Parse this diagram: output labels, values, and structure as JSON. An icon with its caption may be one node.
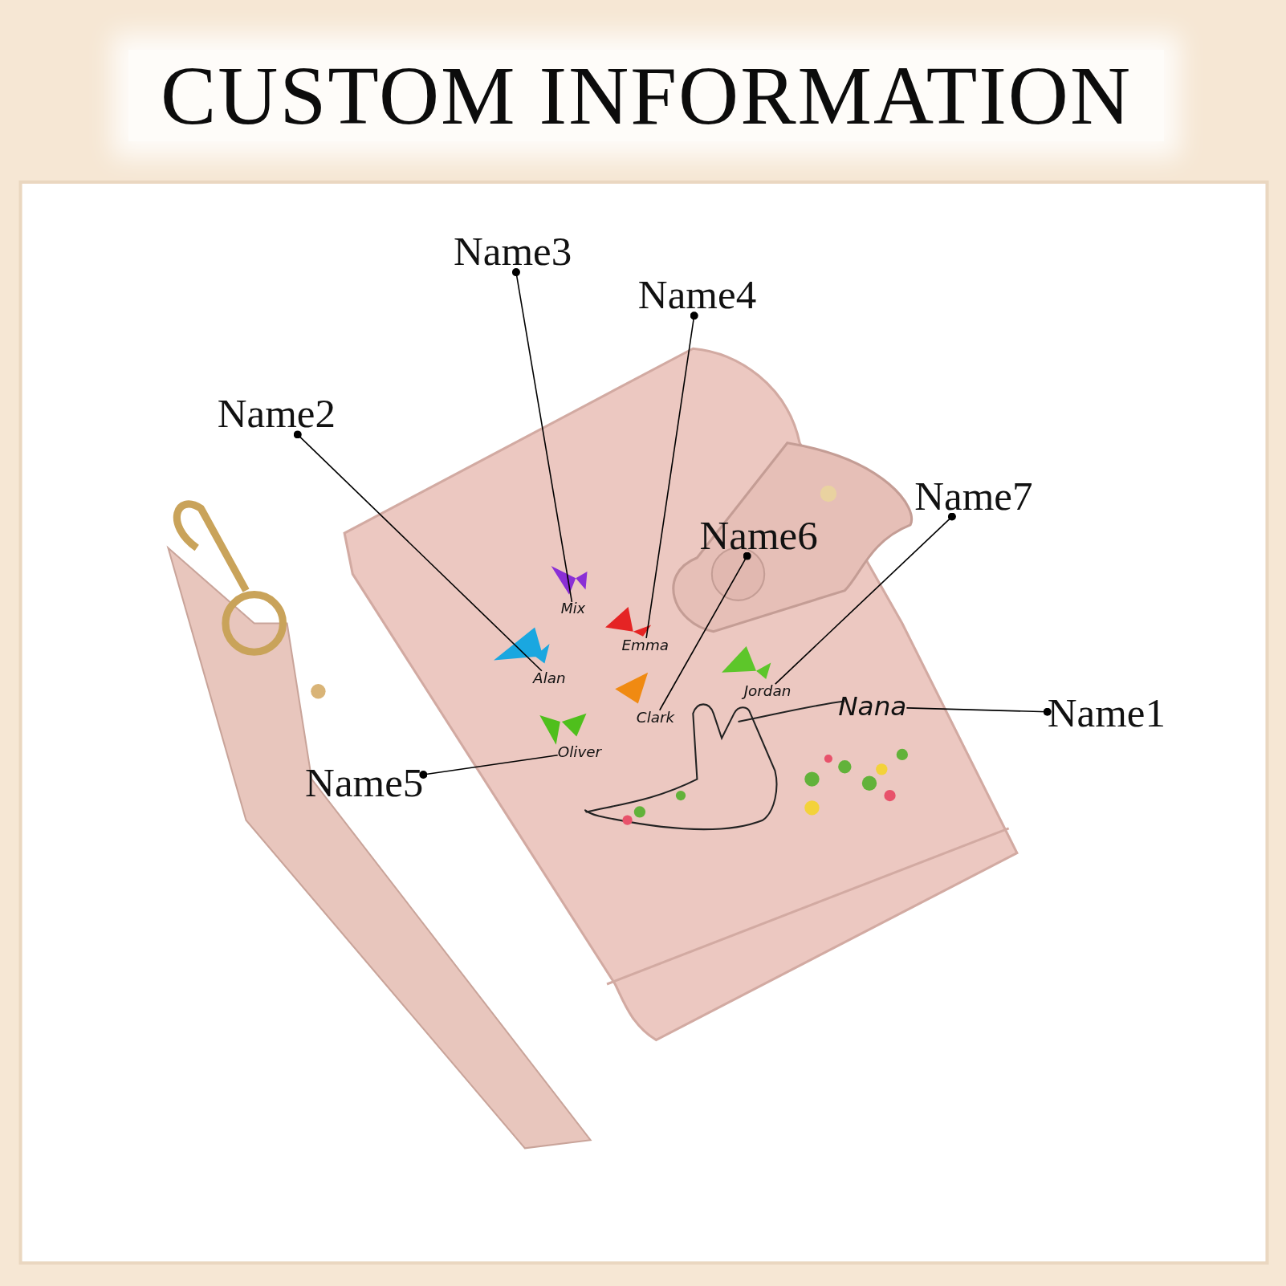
{
  "diagram": {
    "title": "CUSTOM INFORMATION",
    "nodes": [
      {
        "text": [
          "Name3"
        ]
      },
      {
        "text": [
          "Name4"
        ]
      },
      {
        "text": [
          "Name2"
        ]
      },
      {
        "text": [
          "Name7"
        ]
      },
      {
        "text": [
          "Name6"
        ]
      },
      {
        "text": [
          "Name1"
        ]
      },
      {
        "text": [
          "Name5"
        ]
      },
      {
        "text": [
          "Mix"
        ]
      },
      {
        "text": [
          "Emma"
        ]
      },
      {
        "text": [
          "Alan"
        ]
      },
      {
        "text": [
          "Jordan"
        ]
      },
      {
        "text": [
          "Clark"
        ]
      },
      {
        "text": [
          "Nana"
        ]
      },
      {
        "text": [
          "Oliver"
        ]
      }
    ],
    "edges": [
      {
        "from": 0,
        "to": 7,
        "arrow": "other"
      },
      {
        "from": 1,
        "to": 8,
        "arrow": "other"
      },
      {
        "from": 2,
        "to": 9,
        "arrow": "other"
      },
      {
        "from": 3,
        "to": 10,
        "arrow": "other"
      },
      {
        "from": 4,
        "to": 11,
        "arrow": "other"
      },
      {
        "from": 5,
        "to": 12,
        "arrow": "other"
      },
      {
        "from": 6,
        "to": 13,
        "arrow": "other"
      }
    ]
  }
}
